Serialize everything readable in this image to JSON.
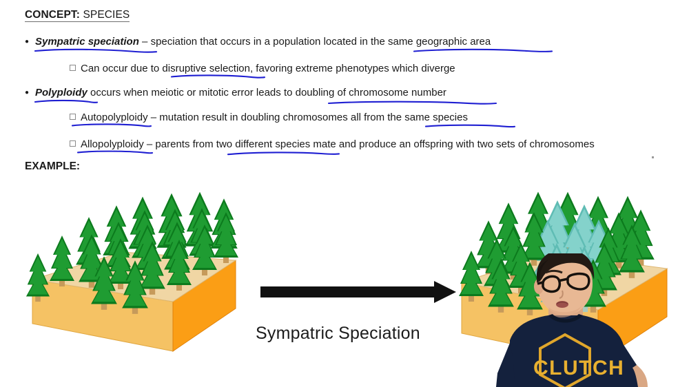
{
  "slide": {
    "heading": {
      "label": "CONCEPT:",
      "topic": "SPECIES"
    },
    "bullets": [
      {
        "marker": "filled-circle",
        "term": "Sympatric speciation",
        "dash": " – ",
        "text": "speciation that occurs in a population located in the same geographic area",
        "underlines": [
          "Sympatric speciation",
          "same geographic area"
        ]
      },
      {
        "marker": "open-square",
        "term": "",
        "dash": "",
        "text": "Can occur due to disruptive selection, favoring extreme phenotypes which diverge",
        "underlines": [
          "disruptive selection"
        ]
      },
      {
        "marker": "filled-circle",
        "term": "Polyploidy",
        "dash": " ",
        "text": "occurs when meiotic or mitotic error leads to doubling of chromosome number",
        "underlines": [
          "Polyploidy",
          "doubling of chromosome number"
        ]
      },
      {
        "marker": "open-square",
        "term": "Autopolyploidy",
        "dash": " – ",
        "text": "mutation result in doubling chromosomes all from the same species",
        "underlines": [
          "Autopolyploidy",
          "the same species"
        ]
      },
      {
        "marker": "open-square",
        "term": "Allopolyploidy",
        "dash": " – ",
        "text": "parents from two different species mate and produce an offspring with two sets of chromosomes",
        "underlines": [
          "Allopolyploidy",
          "two different species"
        ]
      }
    ],
    "example_label": "EXAMPLE:"
  },
  "diagram": {
    "arrow_label": "Sympatric Speciation",
    "left_block": {
      "name": "habitat-block-before",
      "tree_species": [
        "green-pine"
      ],
      "green_tree_count": 22,
      "teal_tree_count": 0
    },
    "right_block": {
      "name": "habitat-block-after",
      "tree_species": [
        "green-pine",
        "teal-pine"
      ],
      "green_tree_count": 18,
      "teal_tree_count": 7
    },
    "arrow": {
      "name": "transition-arrow",
      "direction": "right",
      "color": "#111111"
    }
  },
  "presenter": {
    "shirt_text": "CLUTCH",
    "shirt_color": "#14213d",
    "logo_color": "#e0a62b",
    "has_glasses": true
  },
  "colors": {
    "block_top": "#f0d6a4",
    "block_front": "#f5c264",
    "block_side": "#fb9e15",
    "block_outline": "#d9820a",
    "tree_green_light": "#1f9c32",
    "tree_green_dark": "#0c7a1d",
    "tree_teal": "#84d2cb",
    "tree_teal_dark": "#5fbcb4",
    "trunk": "#c69a5a",
    "underline_blue": "#1f1fd2",
    "text": "#1a1a1a",
    "arrow": "#111111"
  }
}
